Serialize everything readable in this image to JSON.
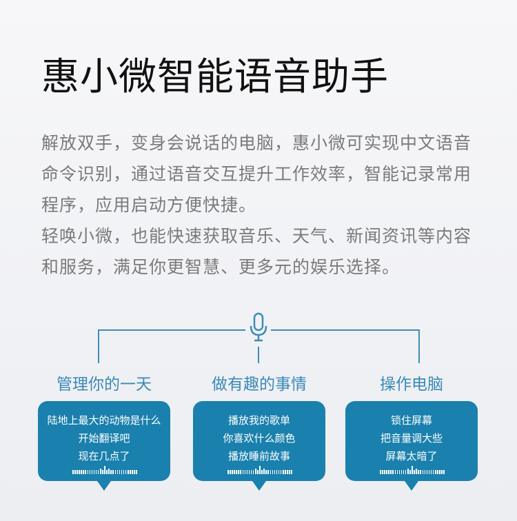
{
  "title": "惠小微智能语音助手",
  "paragraph": [
    "解放双手，变身会说话的电脑，惠小微可实现中文语音",
    "命令识别，通过语音交互提升工作效率，智能记录常用",
    "程序，应用启动方便快捷。",
    "轻唤小微，也能快速获取音乐、天气、新闻资讯等内容",
    "和服务，满足你更智慧、更多元的娱乐选择。"
  ],
  "icons": {
    "center": "microphone-icon"
  },
  "colors": {
    "accent": "#1a80ad",
    "heading": "#3a89b6"
  },
  "categories": [
    {
      "heading": "管理你的一天",
      "lines": [
        "陆地上最大的动物是什么",
        "开始翻译吧",
        "现在几点了"
      ]
    },
    {
      "heading": "做有趣的事情",
      "lines": [
        "播放我的歌单",
        "你喜欢什么颜色",
        "播放睡前故事"
      ]
    },
    {
      "heading": "操作电脑",
      "lines": [
        "锁住屏幕",
        "把音量调大些",
        "屏幕太暗了"
      ]
    }
  ]
}
